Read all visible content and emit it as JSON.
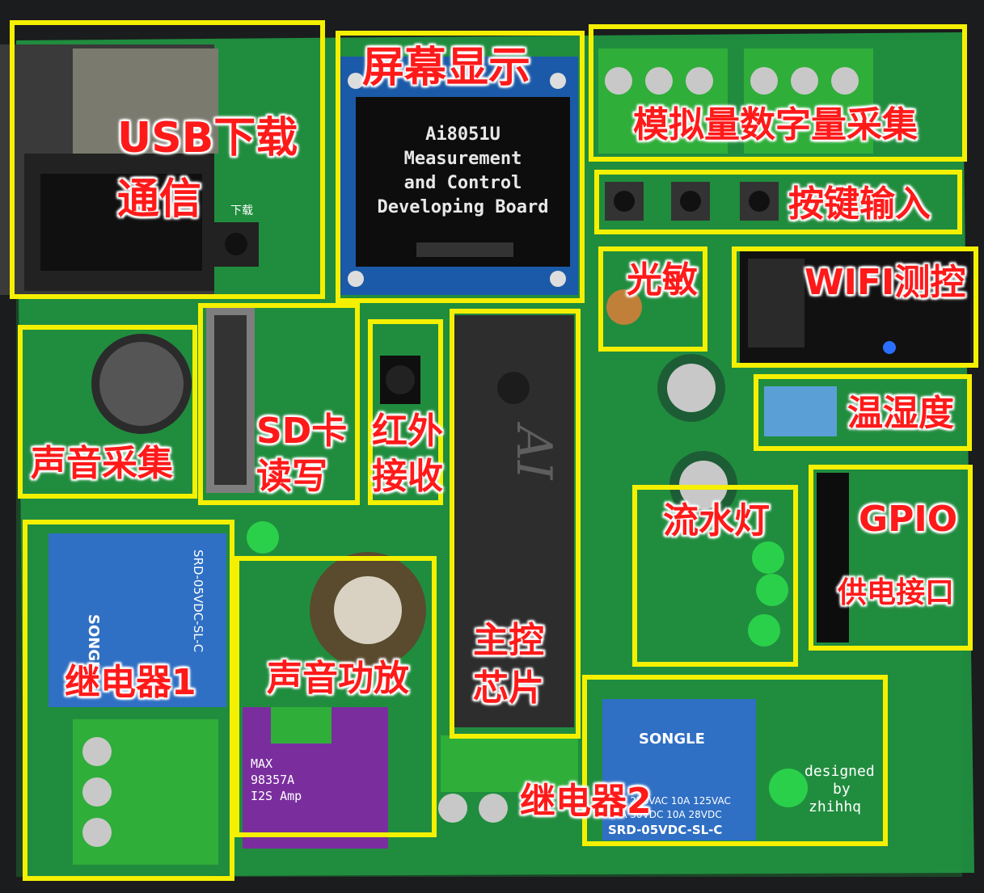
{
  "oled": {
    "line1": "Ai8051U",
    "line2": "Measurement",
    "line3": "and Control",
    "line4": "Developing Board"
  },
  "labels": {
    "usb_line1": "USB下载",
    "usb_line2": "通信",
    "screen": "屏幕显示",
    "analog_digital": "模拟量数字量采集",
    "keys": "按键输入",
    "light": "光敏",
    "wifi": "WIFI测控",
    "sound_capture": "声音采集",
    "sd_line1": "SD卡",
    "sd_line2": "读写",
    "ir_line1": "红外",
    "ir_line2": "接收",
    "temp_humidity": "温湿度",
    "gpio": "GPIO",
    "power": "供电接口",
    "leds": "流水灯",
    "relay1": "继电器1",
    "amp": "声音功放",
    "mcu_line1": "主控",
    "mcu_line2": "芯片",
    "relay2": "继电器2"
  },
  "board_text": {
    "chip_brand": "AI",
    "relay_brand": "SONGLE",
    "relay_rating1": "10A 250VAC 10A 125VAC",
    "relay_rating2": "10A 30VDC 10A 28VDC",
    "relay_model": "SRD-05VDC-SL-C",
    "designer_line1": "designed",
    "designer_line2": "by",
    "designer_line3": "zhihhq",
    "amp_line1": "MAX",
    "amp_line2": "98357A",
    "amp_line3": "I2S Amp",
    "download_label": "下载"
  },
  "colors": {
    "highlight": "#f5f000",
    "label": "#ff1a1a",
    "pcb": "#1f8a3e",
    "relay_blue": "#2f6fc4",
    "terminal_green": "#2fae3a",
    "amp_purple": "#7a2e9e"
  }
}
